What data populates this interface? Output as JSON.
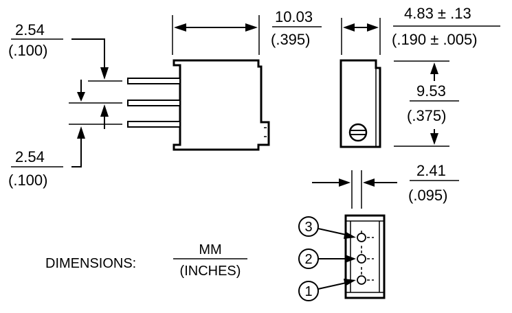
{
  "dimensions": {
    "pin_spacing_top": {
      "mm": "2.54",
      "inches": "(.100)"
    },
    "pin_spacing_bottom": {
      "mm": "2.54",
      "inches": "(.100)"
    },
    "body_length": {
      "mm": "10.03",
      "inches": "(.395)"
    },
    "body_width": {
      "mm": "4.83 ± .13",
      "inches": "(.190 ± .005)"
    },
    "body_height": {
      "mm": "9.53",
      "inches": "(.375)"
    },
    "pin_row_offset": {
      "mm": "2.41",
      "inches": "(.095)"
    }
  },
  "legend": {
    "label": "DIMENSIONS:",
    "numerator": "MM",
    "denominator": "(INCHES)"
  },
  "pins": [
    "3",
    "2",
    "1"
  ]
}
